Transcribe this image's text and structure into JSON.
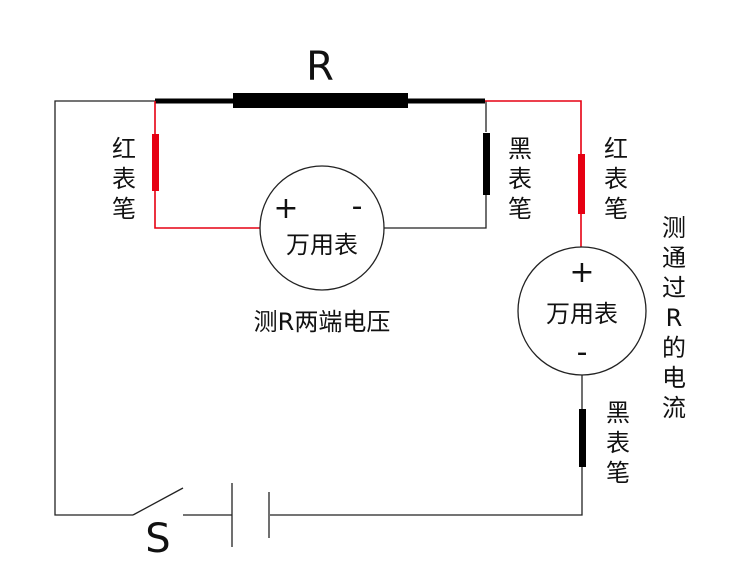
{
  "diagram": {
    "resistor_label": "R",
    "switch_label": "S",
    "voltmeter": {
      "plus": "+",
      "minus": "-",
      "name": "万用表",
      "caption": "测R两端电压"
    },
    "ammeter": {
      "plus": "+",
      "minus": "-",
      "name": "万用表",
      "caption_chars": [
        "测",
        "通",
        "过",
        "R",
        "的",
        "电",
        "流"
      ]
    },
    "red_probe_chars": [
      "红",
      "表",
      "笔"
    ],
    "black_probe_chars": [
      "黑",
      "表",
      "笔"
    ]
  },
  "colors": {
    "wire": "#222222",
    "red_probe": "#e60012",
    "black_probe": "#111111"
  }
}
